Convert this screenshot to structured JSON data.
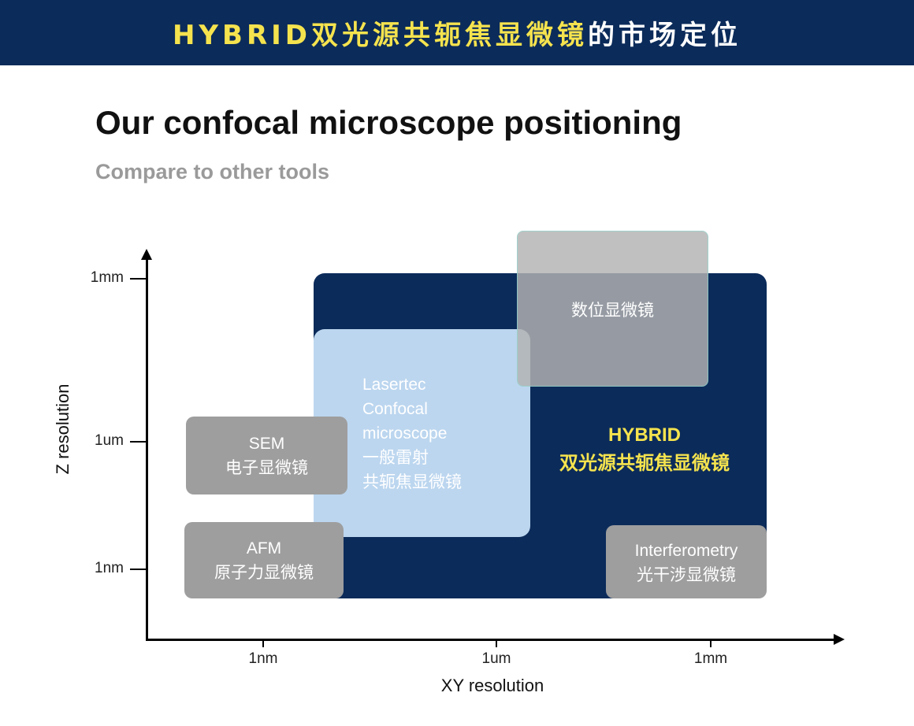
{
  "banner": {
    "highlight": "HYBRID双光源共轭焦显微镜",
    "rest": "的市场定位"
  },
  "title": "Our confocal microscope positioning",
  "subtitle": "Compare to other tools",
  "chart_data": {
    "type": "positioning-diagram",
    "xlabel": "XY resolution",
    "ylabel": "Z resolution",
    "x_ticks": [
      "1nm",
      "1um",
      "1mm"
    ],
    "y_ticks": [
      "1mm",
      "1um",
      "1nm"
    ],
    "regions": [
      {
        "name": "HYBRID 双光源共轭焦显微镜",
        "lines": [
          "HYBRID",
          "双光源共轭焦显微镜"
        ],
        "color": "#0b2b5a",
        "text_color": "#f5e34e"
      },
      {
        "name": "数位显微镜",
        "lines": [
          "数位显微镜"
        ],
        "color": "#b2b2b2"
      },
      {
        "name": "Lasertec Confocal microscope",
        "lines": [
          "Lasertec",
          "Confocal",
          "microscope",
          "一般雷射",
          "共轭焦显微镜"
        ],
        "color": "#bcd6ef"
      },
      {
        "name": "SEM",
        "lines": [
          "SEM",
          "电子显微镜"
        ],
        "color": "#9e9e9e"
      },
      {
        "name": "AFM",
        "lines": [
          "AFM",
          "原子力显微镜"
        ],
        "color": "#9e9e9e"
      },
      {
        "name": "Interferometry",
        "lines": [
          "Interferometry",
          "光干涉显微镜"
        ],
        "color": "#9e9e9e"
      }
    ]
  },
  "colors": {
    "navy": "#0b2b5a",
    "highlight_yellow": "#f5e34e",
    "light_blue": "#bcd6ef",
    "gray": "#9e9e9e"
  }
}
